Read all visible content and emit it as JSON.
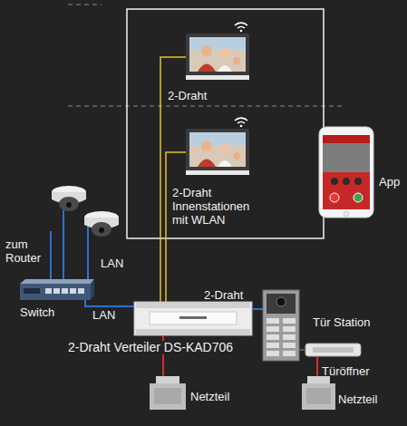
{
  "diagram": {
    "nodes": [
      {
        "text": [
          "App"
        ]
      },
      {
        "text": [
          "Switch"
        ]
      },
      {
        "text": [
          "2-Draht Verteiler DS-KAD706"
        ]
      },
      {
        "text": [
          "Tür Station"
        ]
      },
      {
        "text": [
          "Türöffner"
        ]
      },
      {
        "text": [
          "Netzteil"
        ]
      },
      {
        "text": [
          "Netzteil"
        ]
      }
    ],
    "edges": [
      {
        "from": 1,
        "to": 2,
        "arrow": "none",
        "label": "LAN"
      },
      {
        "from": 2,
        "to": 3,
        "arrow": "none",
        "label": "2-Draht"
      },
      {
        "from": 2,
        "to": 5,
        "arrow": "none"
      },
      {
        "from": 3,
        "to": 4,
        "arrow": "none"
      },
      {
        "from": 4,
        "to": 6,
        "arrow": "none"
      }
    ],
    "labels": [
      "2-Draht",
      "2-Draht Innenstationen mit WLAN",
      "zum Router",
      "LAN"
    ]
  }
}
